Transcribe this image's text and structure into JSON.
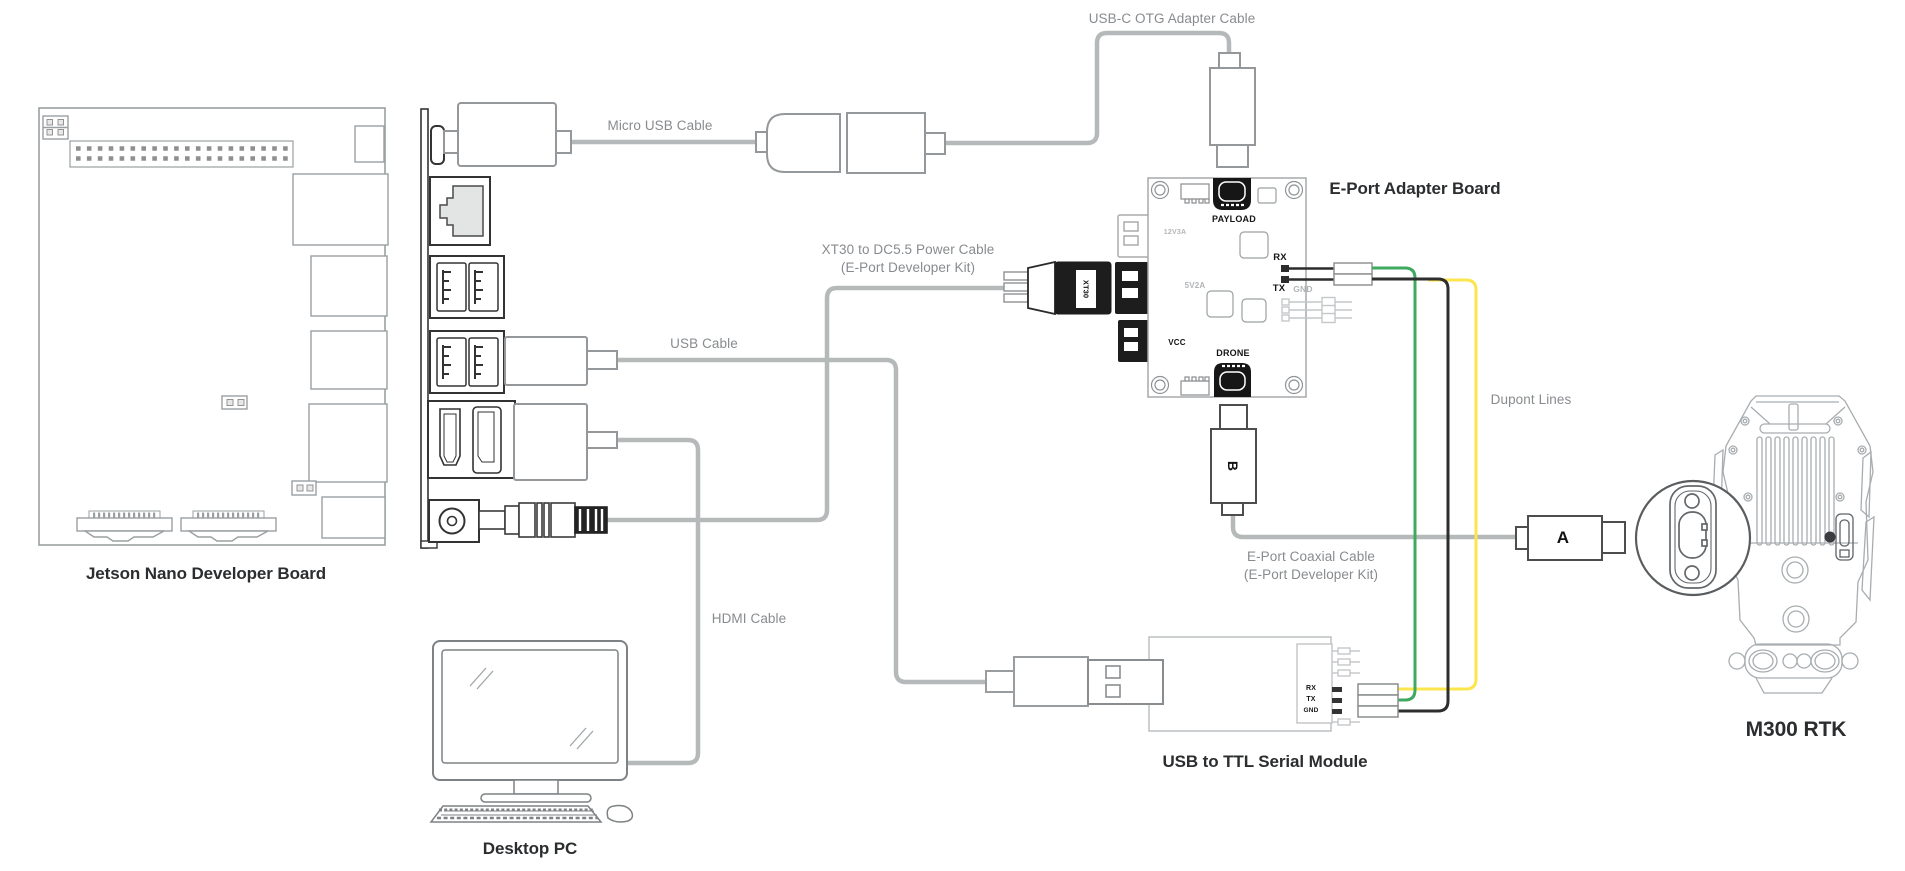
{
  "labels": {
    "otg_cable": "USB-C OTG Adapter Cable",
    "micro_usb_cable": "Micro USB Cable",
    "power_cable_line1": "XT30 to DC5.5 Power Cable",
    "power_cable_line2": "(E-Port Developer Kit)",
    "usb_cable": "USB Cable",
    "hdmi_cable": "HDMI Cable",
    "coax_cable_line1": "E-Port Coaxial Cable",
    "coax_cable_line2": "(E-Port Developer Kit)",
    "dupont_lines": "Dupont Lines",
    "eport_board": "E-Port Adapter Board",
    "jetson_board": "Jetson Nano Developer Board",
    "desktop_pc": "Desktop PC",
    "ttl_module": "USB to TTL Serial Module",
    "m300": "M300 RTK"
  },
  "eport_board_ports": {
    "payload": "PAYLOAD",
    "drone": "DRONE",
    "rx": "RX",
    "tx": "TX",
    "gnd": "GND",
    "vcc": "VCC",
    "power_5v": "5V2A",
    "power_12v": "12V3A"
  },
  "connectors": {
    "xt30": "XT30",
    "coax_b": "B",
    "coax_a": "A"
  },
  "ttl_pins": {
    "rx": "RX",
    "tx": "TX",
    "gnd": "GND"
  },
  "colors": {
    "cable": "#b6b9ba",
    "wire_green": "#3fa960",
    "wire_yellow": "#fde54e",
    "wire_black": "#2e2e2e",
    "line_dark": "#333333",
    "line_gray": "#9aa0a2",
    "label_gray": "#888b8e",
    "label_dark": "#2b2d2f"
  }
}
